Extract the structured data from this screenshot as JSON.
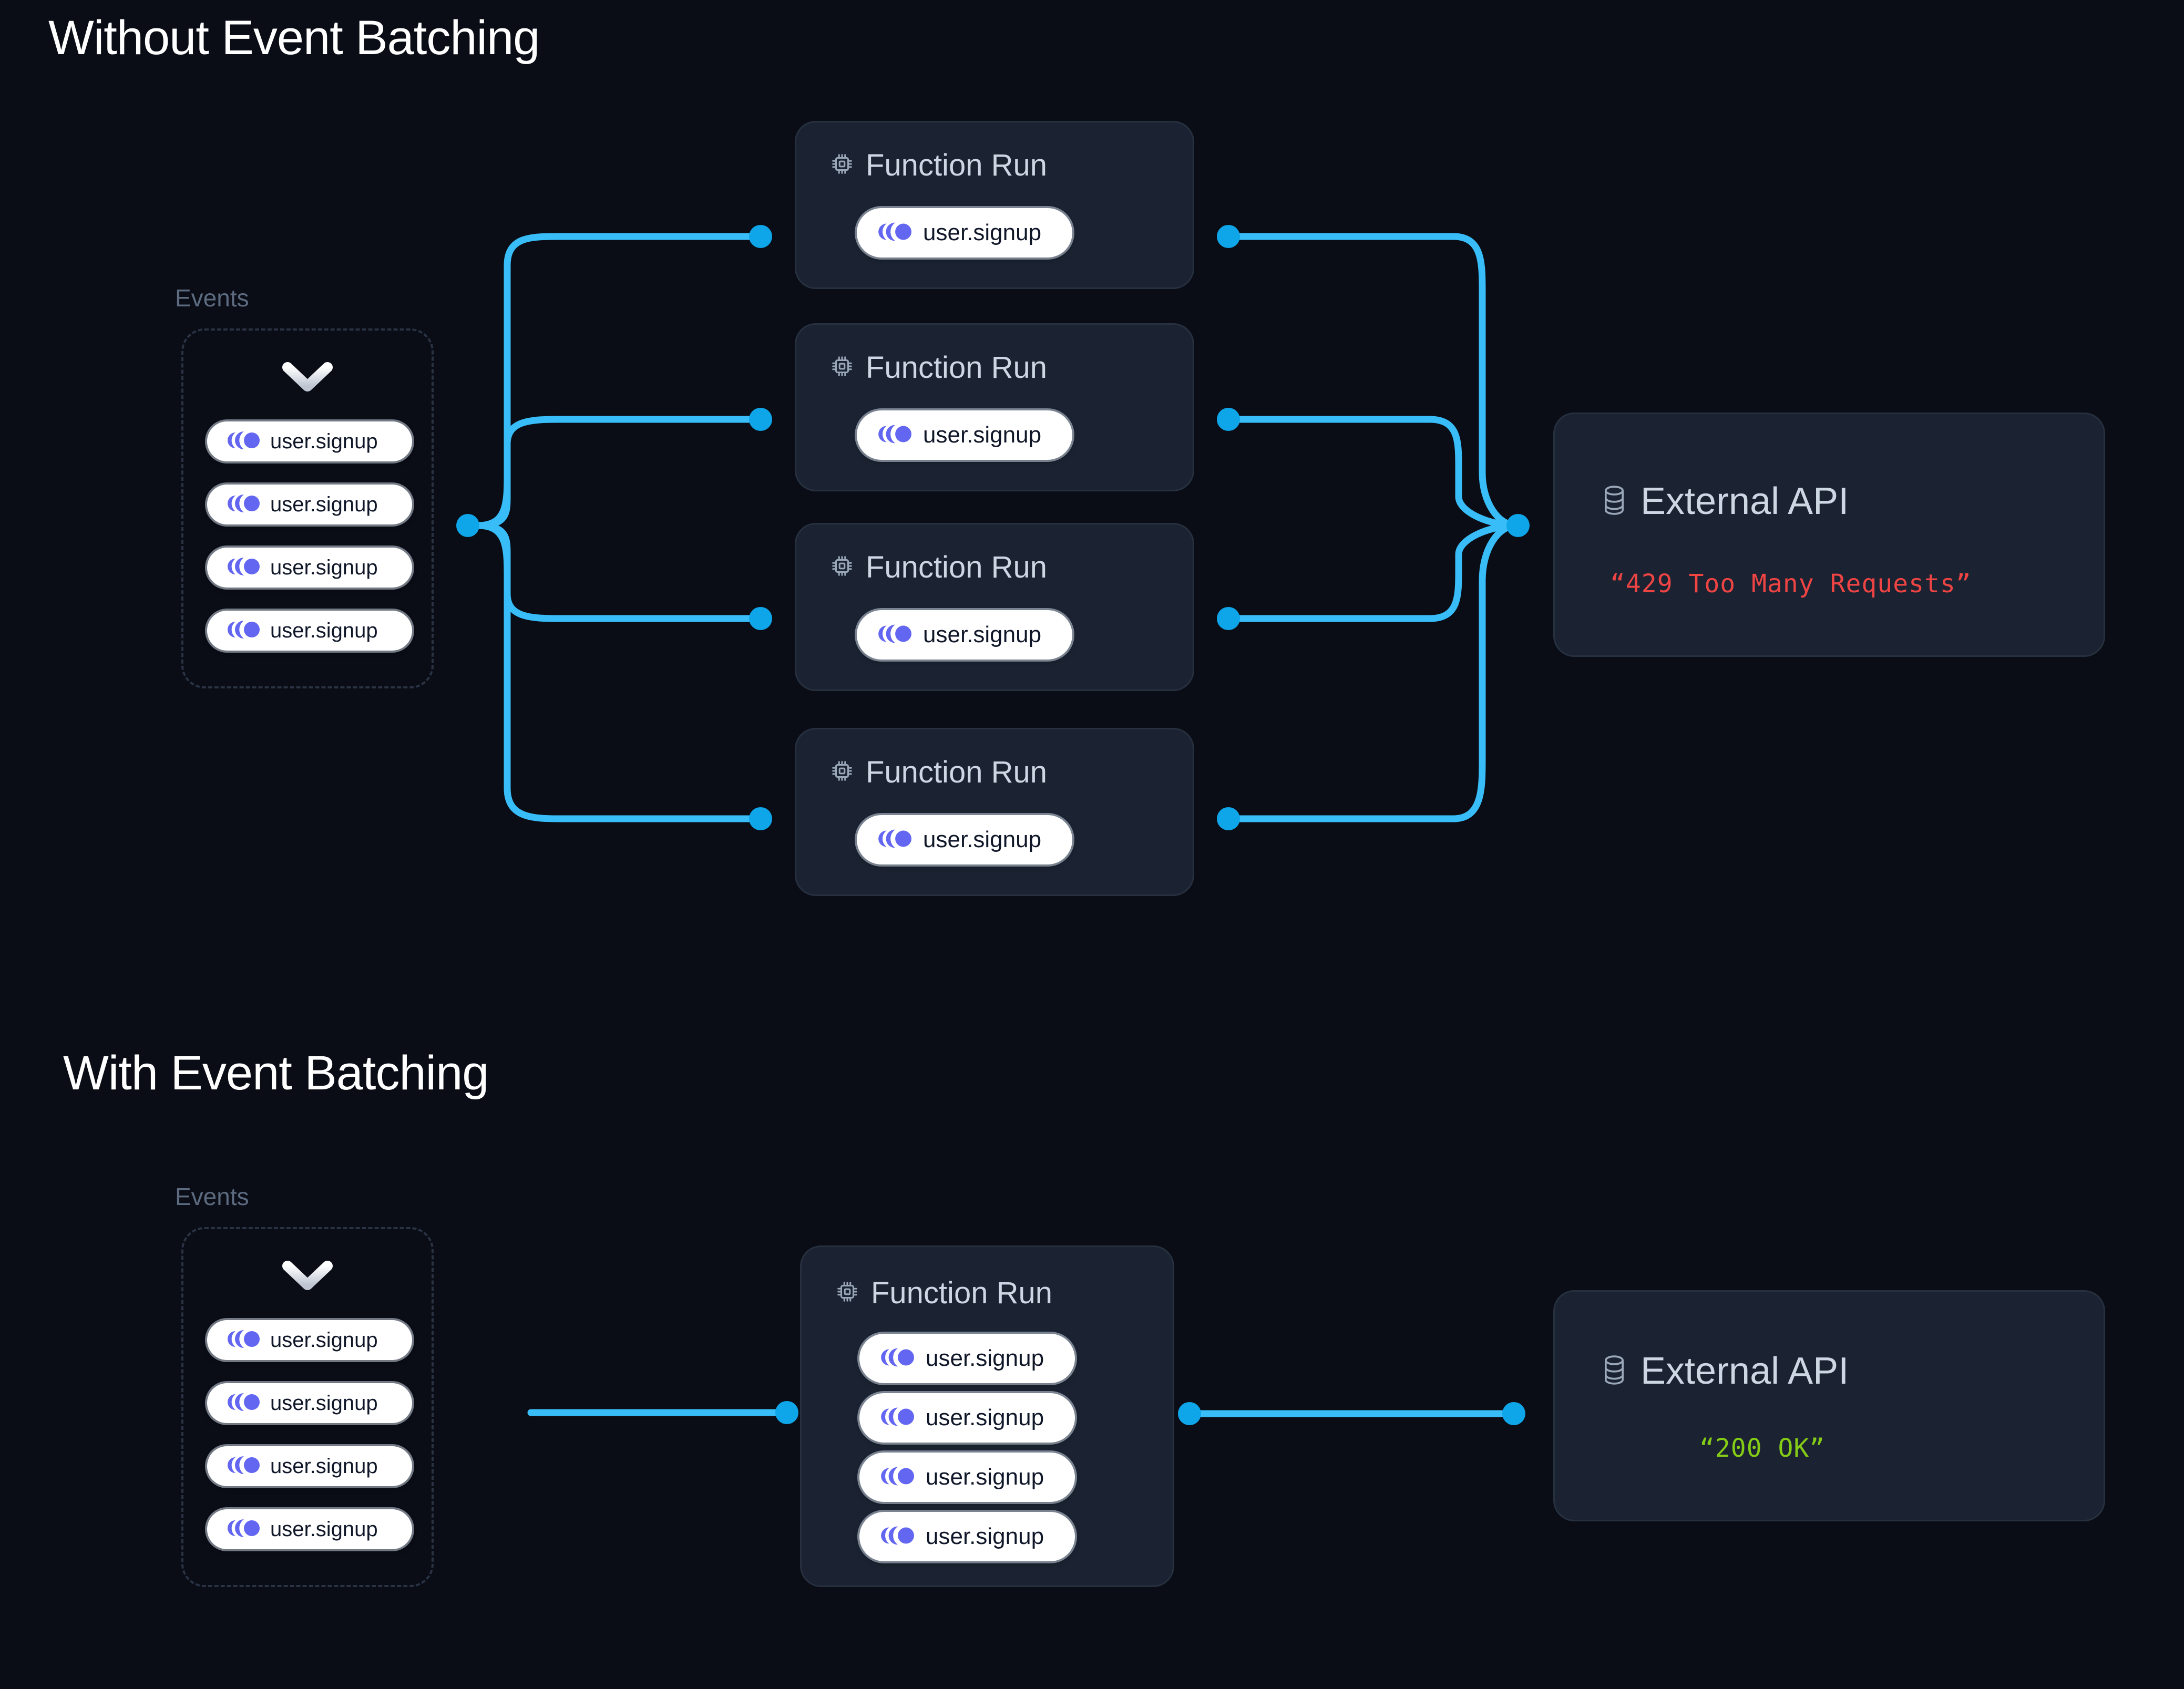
{
  "page": {
    "background": "#0a0d16",
    "accent_wire": "#38bdf8",
    "accent_dot": "#0ea5e9",
    "event_icon_color": "#6366f1",
    "card_bg": "#1b2332",
    "card_border": "#26303f",
    "muted_text": "#5d6b80",
    "card_title_color": "#cdd6e3"
  },
  "sections": [
    {
      "id": "without-batching",
      "title": "Without Event Batching",
      "events_label": "Events",
      "events": [
        {
          "label": "user.signup",
          "icon": "event-pulse-icon"
        },
        {
          "label": "user.signup",
          "icon": "event-pulse-icon"
        },
        {
          "label": "user.signup",
          "icon": "event-pulse-icon"
        },
        {
          "label": "user.signup",
          "icon": "event-pulse-icon"
        }
      ],
      "function_runs": [
        {
          "title": "Function Run",
          "icon": "cpu-chip-icon",
          "events": [
            {
              "label": "user.signup"
            }
          ]
        },
        {
          "title": "Function Run",
          "icon": "cpu-chip-icon",
          "events": [
            {
              "label": "user.signup"
            }
          ]
        },
        {
          "title": "Function Run",
          "icon": "cpu-chip-icon",
          "events": [
            {
              "label": "user.signup"
            }
          ]
        },
        {
          "title": "Function Run",
          "icon": "cpu-chip-icon",
          "events": [
            {
              "label": "user.signup"
            }
          ]
        }
      ],
      "api": {
        "title": "External API",
        "icon": "database-icon",
        "status": "“429 Too Many Requests”",
        "status_color": "#ef4444"
      }
    },
    {
      "id": "with-batching",
      "title": "With Event Batching",
      "events_label": "Events",
      "events": [
        {
          "label": "user.signup",
          "icon": "event-pulse-icon"
        },
        {
          "label": "user.signup",
          "icon": "event-pulse-icon"
        },
        {
          "label": "user.signup",
          "icon": "event-pulse-icon"
        },
        {
          "label": "user.signup",
          "icon": "event-pulse-icon"
        }
      ],
      "function_runs": [
        {
          "title": "Function Run",
          "icon": "cpu-chip-icon",
          "events": [
            {
              "label": "user.signup"
            },
            {
              "label": "user.signup"
            },
            {
              "label": "user.signup"
            },
            {
              "label": "user.signup"
            }
          ]
        }
      ],
      "api": {
        "title": "External API",
        "icon": "database-icon",
        "status": "“200 OK”",
        "status_color": "#84cc16"
      }
    }
  ]
}
